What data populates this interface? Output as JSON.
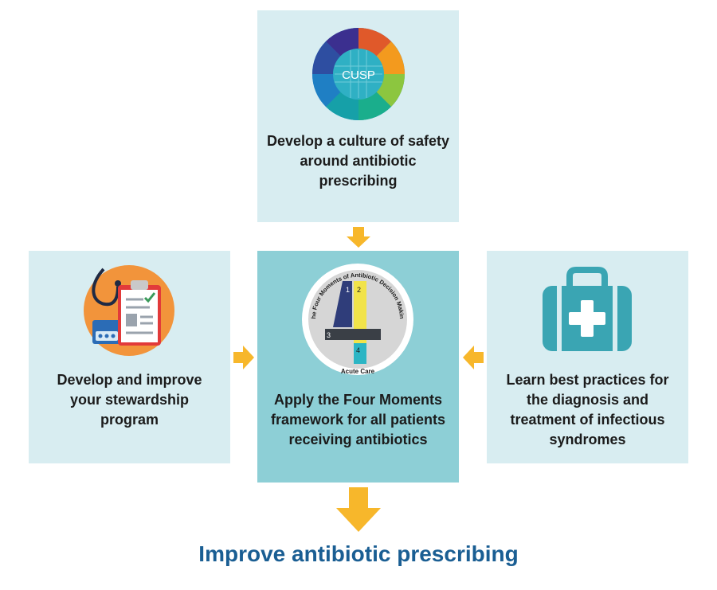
{
  "top": {
    "icon_text": "CUSP",
    "text": "Develop a culture of safety around antibiotic prescribing"
  },
  "left": {
    "text": "Develop and improve your stewardship program"
  },
  "center": {
    "wheel_title": "The Four Moments of Antibiotic Decision Making",
    "wheel_bottom": "Acute Care",
    "num1": "1",
    "num2": "2",
    "num3": "3",
    "num4": "4",
    "text": "Apply the Four Moments framework for all patients receiving antibiotics"
  },
  "right": {
    "text": "Learn best practices for the diagnosis and treatment of infectious syndromes"
  },
  "outcome": {
    "text": "Improve antibiotic prescribing"
  },
  "colors": {
    "light_box": "#d8edf1",
    "mid_box": "#8dcfd6",
    "arrow": "#f7b72b",
    "outcome": "#1a5e93",
    "kit": "#3aa5b3"
  }
}
